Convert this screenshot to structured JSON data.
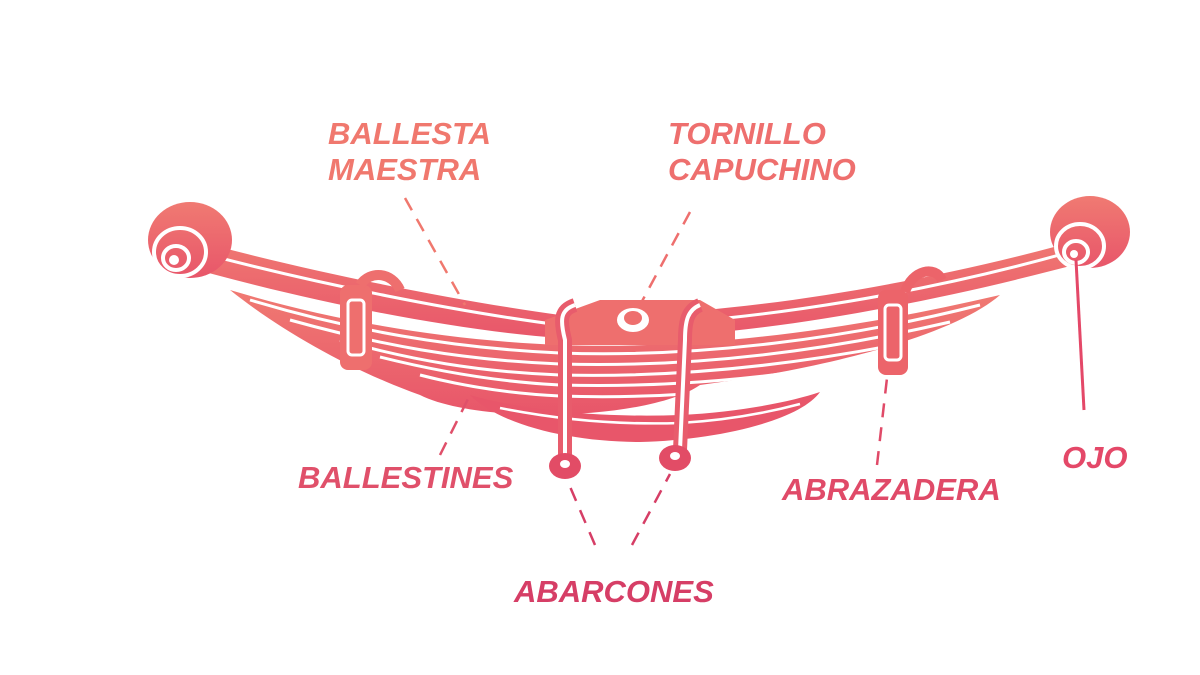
{
  "labels": {
    "ballesta_maestra": [
      "BALLESTA",
      "MAESTRA"
    ],
    "tornillo_capuchino": [
      "TORNILLO",
      "CAPUCHINO"
    ],
    "ballestines": "BALLESTINES",
    "abarcones": "ABARCONES",
    "abrazadera": "ABRAZADERA",
    "ojo": "OJO"
  },
  "colors": {
    "ballesta_maestra": "#f0786e",
    "tornillo_capuchino": "#ee6f6e",
    "ballestines": "#e0506a",
    "abarcones": "#d63e66",
    "abrazadera": "#e04a68",
    "ojo": "#e44868",
    "spring_top": "#f07a72",
    "spring_bottom": "#e8566a",
    "background": "#ffffff"
  }
}
